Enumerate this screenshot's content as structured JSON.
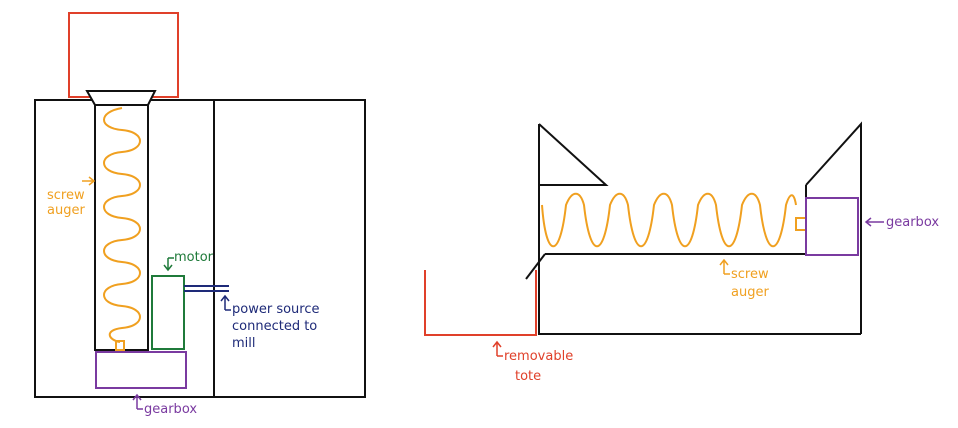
{
  "colors": {
    "outline": "#111111",
    "auger": "#f0a020",
    "motor": "#1f7a3a",
    "power": "#1e2a78",
    "gearbox": "#7a3aa0",
    "hopper": "#e0402a",
    "tote": "#e0402a"
  },
  "left_diagram": {
    "labels": {
      "screw_auger": [
        "screw",
        "auger"
      ],
      "motor": "motor",
      "power_source": [
        "power source",
        "connected to",
        "mill"
      ],
      "gearbox": "gearbox"
    }
  },
  "right_diagram": {
    "labels": {
      "gearbox": "gearbox",
      "screw_auger": [
        "screw",
        "auger"
      ],
      "removable_tote": [
        "removable",
        "tote"
      ]
    }
  }
}
